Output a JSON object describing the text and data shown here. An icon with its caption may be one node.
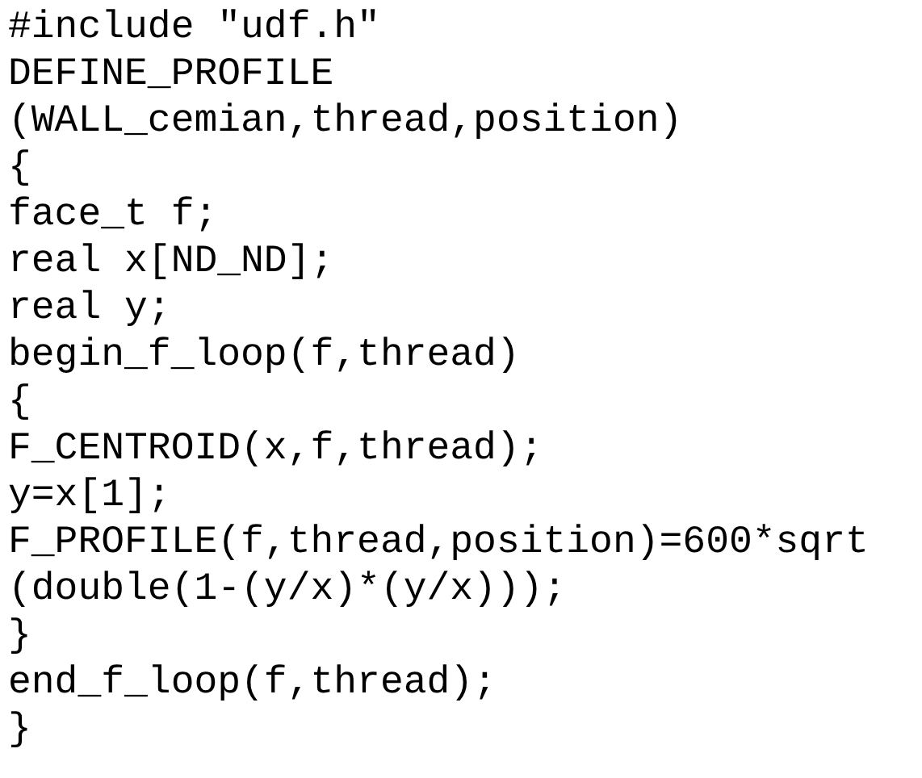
{
  "diagram": {
    "labels": [
      "#include \"udf.h\"",
      "DEFINE_PROFILE",
      "(WALL_cemian,thread,position)",
      "{",
      "face_t f;",
      "real x[ND_ND];",
      "real y;",
      "begin_f_loop(f,thread)",
      "{",
      "F_CENTROID(x,f,thread);",
      "y=x[1];",
      "F_PROFILE(f,thread,position)=600*sqrt",
      "(double(1-(y/x)*(y/x)));",
      "}",
      "end_f_loop(f,thread);",
      "}"
    ]
  }
}
